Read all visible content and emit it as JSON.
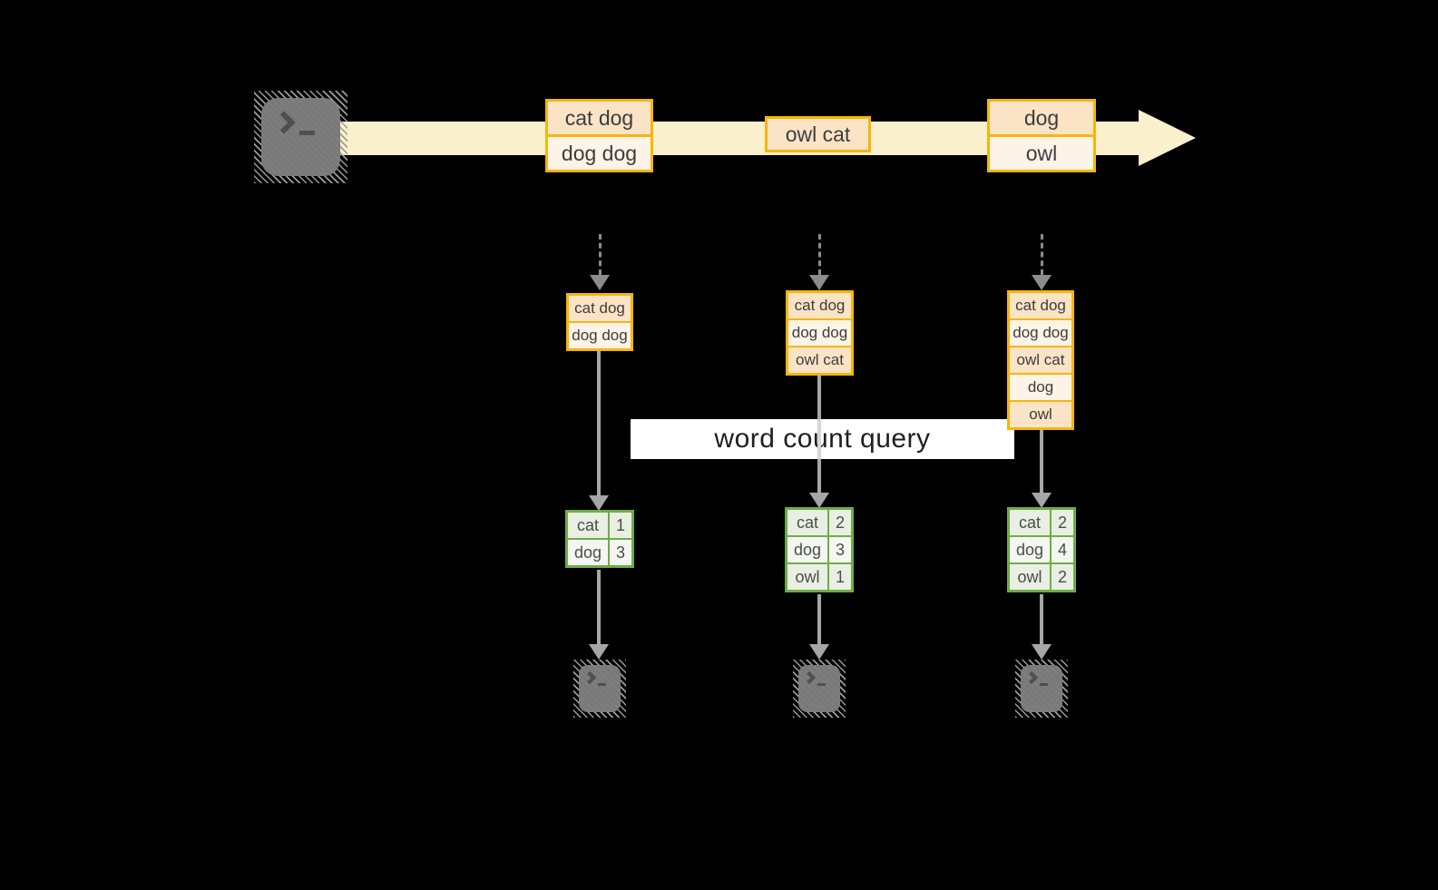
{
  "diagram": {
    "query_label": "word count query",
    "stream": {
      "source_icon": "terminal-icon",
      "batches": [
        {
          "items": [
            "cat dog",
            "dog dog"
          ]
        },
        {
          "items": [
            "owl cat"
          ]
        },
        {
          "items": [
            "dog",
            "owl"
          ]
        }
      ]
    },
    "micro_batches": [
      {
        "accumulated": [
          "cat dog",
          "dog dog"
        ],
        "counts": [
          {
            "word": "cat",
            "count": "1"
          },
          {
            "word": "dog",
            "count": "3"
          }
        ]
      },
      {
        "accumulated": [
          "cat dog",
          "dog dog",
          "owl cat"
        ],
        "counts": [
          {
            "word": "cat",
            "count": "2"
          },
          {
            "word": "dog",
            "count": "3"
          },
          {
            "word": "owl",
            "count": "1"
          }
        ]
      },
      {
        "accumulated": [
          "cat dog",
          "dog dog",
          "owl cat",
          "dog",
          "owl"
        ],
        "counts": [
          {
            "word": "cat",
            "count": "2"
          },
          {
            "word": "dog",
            "count": "4"
          },
          {
            "word": "owl",
            "count": "2"
          }
        ]
      }
    ],
    "output_icon": "terminal-icon",
    "colors": {
      "background": "#000000",
      "stream_band": "#FBF0CC",
      "box_border_gold": "#F6B60B",
      "box_fill_dark": "#FBE3C6",
      "box_fill_light": "#FDF3E7",
      "table_border_green": "#6FAC47",
      "table_fill_a": "#E9EFE2",
      "table_fill_b": "#F4F7F1",
      "arrow_gray": "#A6A6A6",
      "terminal_gray": "#7D7D7D",
      "label_bg": "#FFFFFF"
    }
  }
}
